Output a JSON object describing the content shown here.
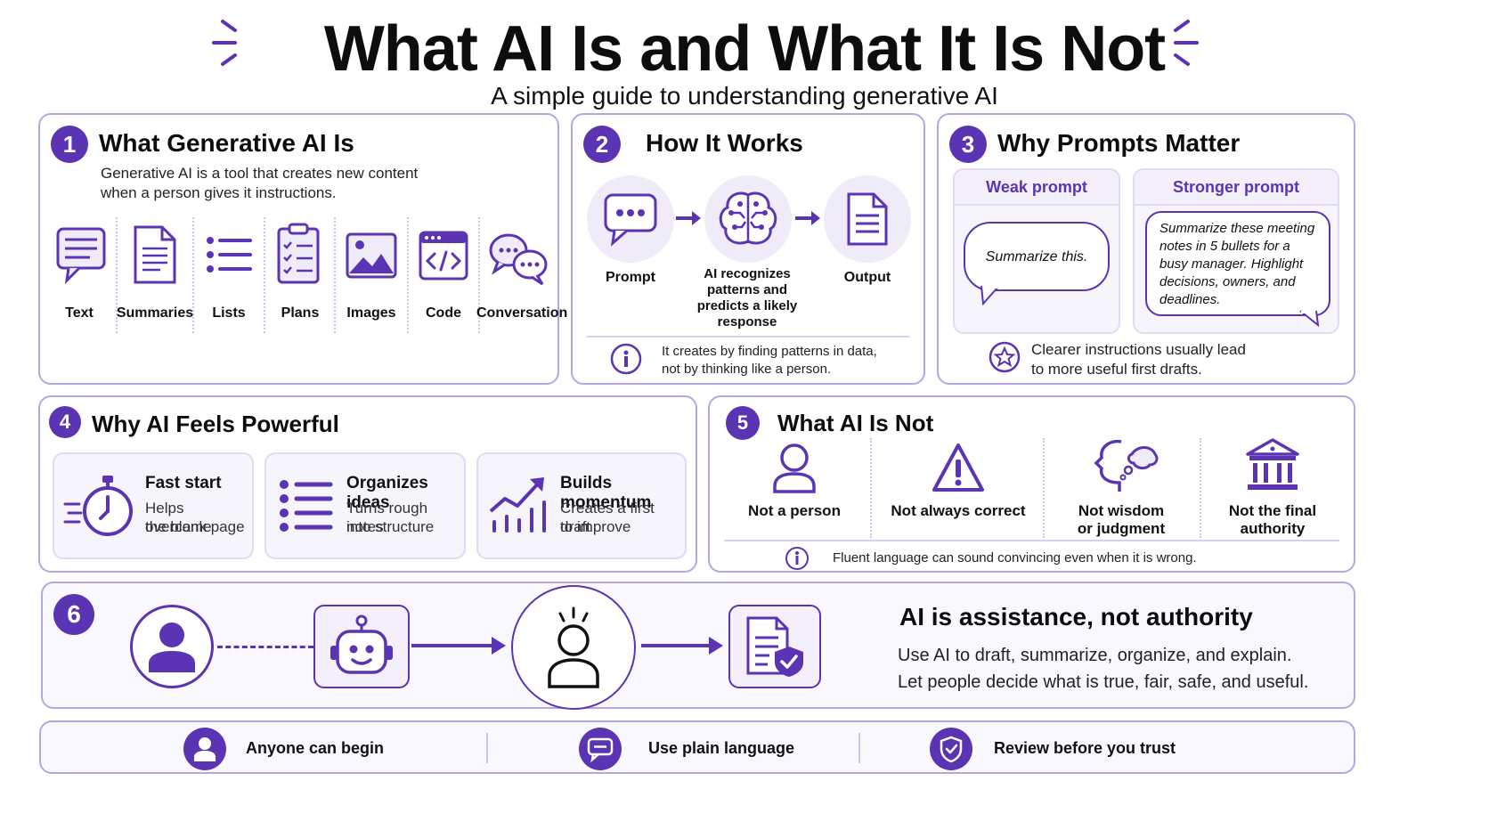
{
  "header": {
    "title": "What AI Is and What It Is Not",
    "subtitle": "A simple guide to understanding generative AI"
  },
  "section1": {
    "number": "1",
    "title": "What Generative AI Is",
    "description_line1": "Generative AI is a tool that creates new content",
    "description_line2": "when a person gives it instructions.",
    "items": [
      {
        "label": "Text",
        "icon": "text-bubble-icon"
      },
      {
        "label": "Summaries",
        "icon": "document-icon"
      },
      {
        "label": "Lists",
        "icon": "list-icon"
      },
      {
        "label": "Plans",
        "icon": "clipboard-checklist-icon"
      },
      {
        "label": "Images",
        "icon": "image-icon"
      },
      {
        "label": "Code",
        "icon": "code-window-icon"
      },
      {
        "label": "Conversation",
        "icon": "chat-bubbles-icon"
      }
    ]
  },
  "section2": {
    "number": "2",
    "title": "How It Works",
    "steps": [
      "Prompt",
      "AI recognizes",
      "patterns and",
      "predicts a likely",
      "response",
      "Output"
    ],
    "note_line1": "It creates by finding patterns in data,",
    "note_line2": "not by thinking like a person."
  },
  "section3": {
    "number": "3",
    "title": "Why Prompts Matter",
    "weak_label": "Weak prompt",
    "weak_text": "Summarize this.",
    "strong_label": "Stronger prompt",
    "strong_lines": [
      "Summarize these meeting",
      "notes in 5 bullets for a",
      "busy manager. Highlight",
      "decisions, owners, and",
      "deadlines."
    ],
    "tip_line1": "Clearer instructions usually lead",
    "tip_line2": "to more useful first drafts."
  },
  "section4": {
    "number": "4",
    "title": "Why AI Feels Powerful",
    "features": [
      {
        "title": "Fast start",
        "line1": "Helps overcome",
        "line2": "the blank page",
        "icon": "stopwatch-icon"
      },
      {
        "title": "Organizes ideas",
        "line1": "Turns rough notes",
        "line2": "into structure",
        "icon": "list-icon"
      },
      {
        "title": "Builds momentum",
        "line1": "Creates a first draft",
        "line2": "to improve",
        "icon": "growth-chart-icon"
      }
    ]
  },
  "section5": {
    "number": "5",
    "title": "What AI Is Not",
    "items": [
      {
        "line1": "Not a person",
        "line2": "",
        "icon": "person-icon"
      },
      {
        "line1": "Not always correct",
        "line2": "",
        "icon": "warning-icon"
      },
      {
        "line1": "Not wisdom",
        "line2": "or judgment",
        "icon": "head-thought-icon"
      },
      {
        "line1": "Not the final",
        "line2": "authority",
        "icon": "institution-icon"
      }
    ],
    "note": "Fluent language can sound convincing even when it is wrong."
  },
  "section6": {
    "number": "6",
    "title": "AI is assistance, not authority",
    "line1": "Use AI to draft, summarize, organize, and explain.",
    "line2": "Let people decide what is true, fair, safe, and useful."
  },
  "footer": [
    {
      "label": "Anyone can begin",
      "icon": "user-icon"
    },
    {
      "label": "Use plain language",
      "icon": "speech-bubble-icon"
    },
    {
      "label": "Review before you trust",
      "icon": "shield-check-icon"
    }
  ],
  "colors": {
    "accent": "#5b34b3",
    "border": "#b7a6e3",
    "tint": "#efebf8"
  }
}
